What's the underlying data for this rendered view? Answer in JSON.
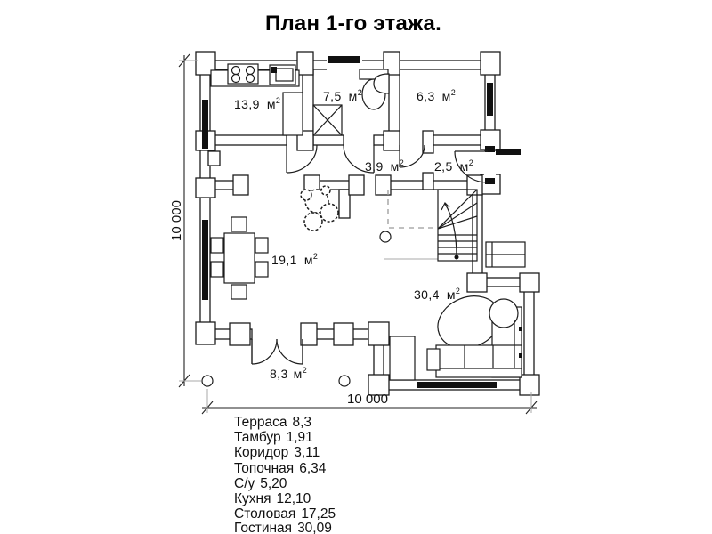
{
  "title": "План 1-го этажа.",
  "units": {
    "unit": "м",
    "sup": "2"
  },
  "rooms": {
    "kitchen": {
      "area": "13,9"
    },
    "bathroom": {
      "area": "7,5"
    },
    "boiler": {
      "area": "6,3"
    },
    "hallway": {
      "area": "3,9"
    },
    "tambour": {
      "area": "2,5"
    },
    "dining": {
      "area": "19,1"
    },
    "living": {
      "area": "30,4"
    },
    "terrace": {
      "area": "8,3"
    }
  },
  "dimensions": {
    "left": "10 000",
    "bottom": "10 000"
  },
  "legend": {
    "items": [
      {
        "name": "Терраса",
        "value": "8,3"
      },
      {
        "name": "Тамбур",
        "value": "1,91"
      },
      {
        "name": "Коридор",
        "value": "3,11"
      },
      {
        "name": "Топочная",
        "value": "6,34"
      },
      {
        "name": "С/у",
        "value": "5,20"
      },
      {
        "name": "Кухня",
        "value": "12,10"
      },
      {
        "name": "Столовая",
        "value": "17,25"
      },
      {
        "name": "Гостиная",
        "value": "30,09"
      }
    ]
  },
  "colors": {
    "ink": "#1c1c1c",
    "background": "#ffffff",
    "dashed_gray": "#9a9a9a"
  }
}
